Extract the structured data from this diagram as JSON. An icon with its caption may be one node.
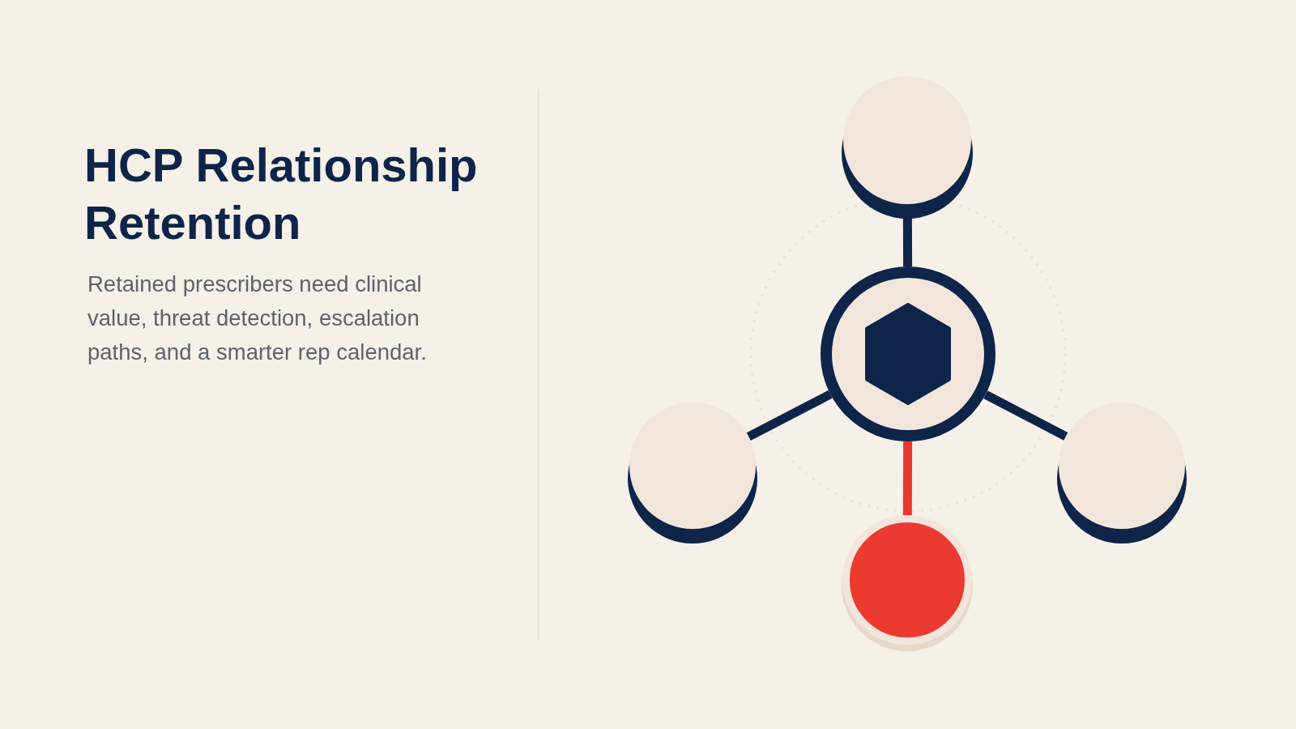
{
  "diagram": {
    "title": "HCP Relationship Retention",
    "nodes": [
      {
        "text": [],
        "shape": "circle"
      },
      {
        "text": [],
        "shape": "circle"
      },
      {
        "text": [],
        "shape": "circle"
      },
      {
        "text": [],
        "shape": "circle"
      },
      {
        "text": [],
        "shape": "circle"
      }
    ],
    "edges": [
      {
        "from": 1,
        "to": 0,
        "arrow": "none"
      },
      {
        "from": 1,
        "to": 2,
        "arrow": "none"
      },
      {
        "from": 1,
        "to": 3,
        "arrow": "none"
      },
      {
        "from": 1,
        "to": 4,
        "arrow": "none",
        "color": "#e8392f"
      }
    ],
    "labels": [
      "Retained prescribers need clinical value, threat detection, escalation paths, and a smarter rep calendar."
    ]
  }
}
